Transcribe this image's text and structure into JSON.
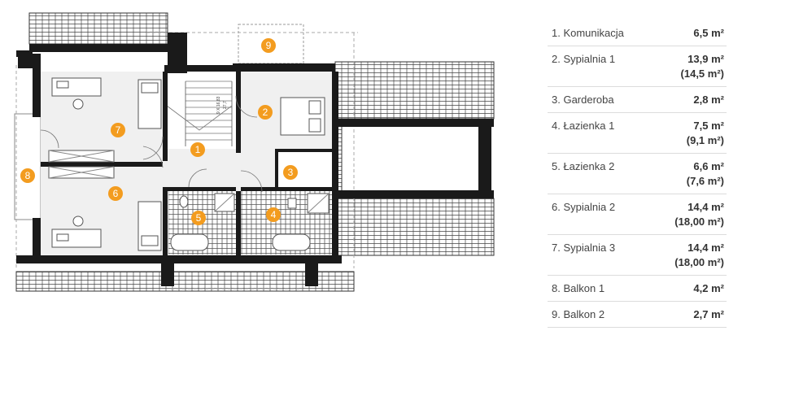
{
  "plan": {
    "stair_label": "9 X 16,83",
    "stair_label2": "27,7",
    "room_markers": [
      "1",
      "2",
      "3",
      "4",
      "5",
      "6",
      "7",
      "8",
      "9"
    ]
  },
  "rooms": [
    {
      "name": "1. Komunikacja",
      "area": "6,5 m²",
      "area_note": ""
    },
    {
      "name": "2. Sypialnia 1",
      "area": "13,9 m²",
      "area_note": "(14,5 m²)"
    },
    {
      "name": "3. Garderoba",
      "area": "2,8 m²",
      "area_note": ""
    },
    {
      "name": "4. Łazienka 1",
      "area": "7,5 m²",
      "area_note": "(9,1 m²)"
    },
    {
      "name": "5. Łazienka 2",
      "area": "6,6 m²",
      "area_note": "(7,6 m²)"
    },
    {
      "name": "6. Sypialnia 2",
      "area": "14,4 m²",
      "area_note": "(18,00 m²)"
    },
    {
      "name": "7. Sypialnia 3",
      "area": "14,4 m²",
      "area_note": "(18,00 m²)"
    },
    {
      "name": "8. Balkon 1",
      "area": "4,2 m²",
      "area_note": ""
    },
    {
      "name": "9. Balkon 2",
      "area": "2,7 m²",
      "area_note": ""
    }
  ],
  "colors": {
    "marker": "#f39c1f",
    "wall": "#1a1a1a",
    "floor": "#f0f0f0"
  }
}
